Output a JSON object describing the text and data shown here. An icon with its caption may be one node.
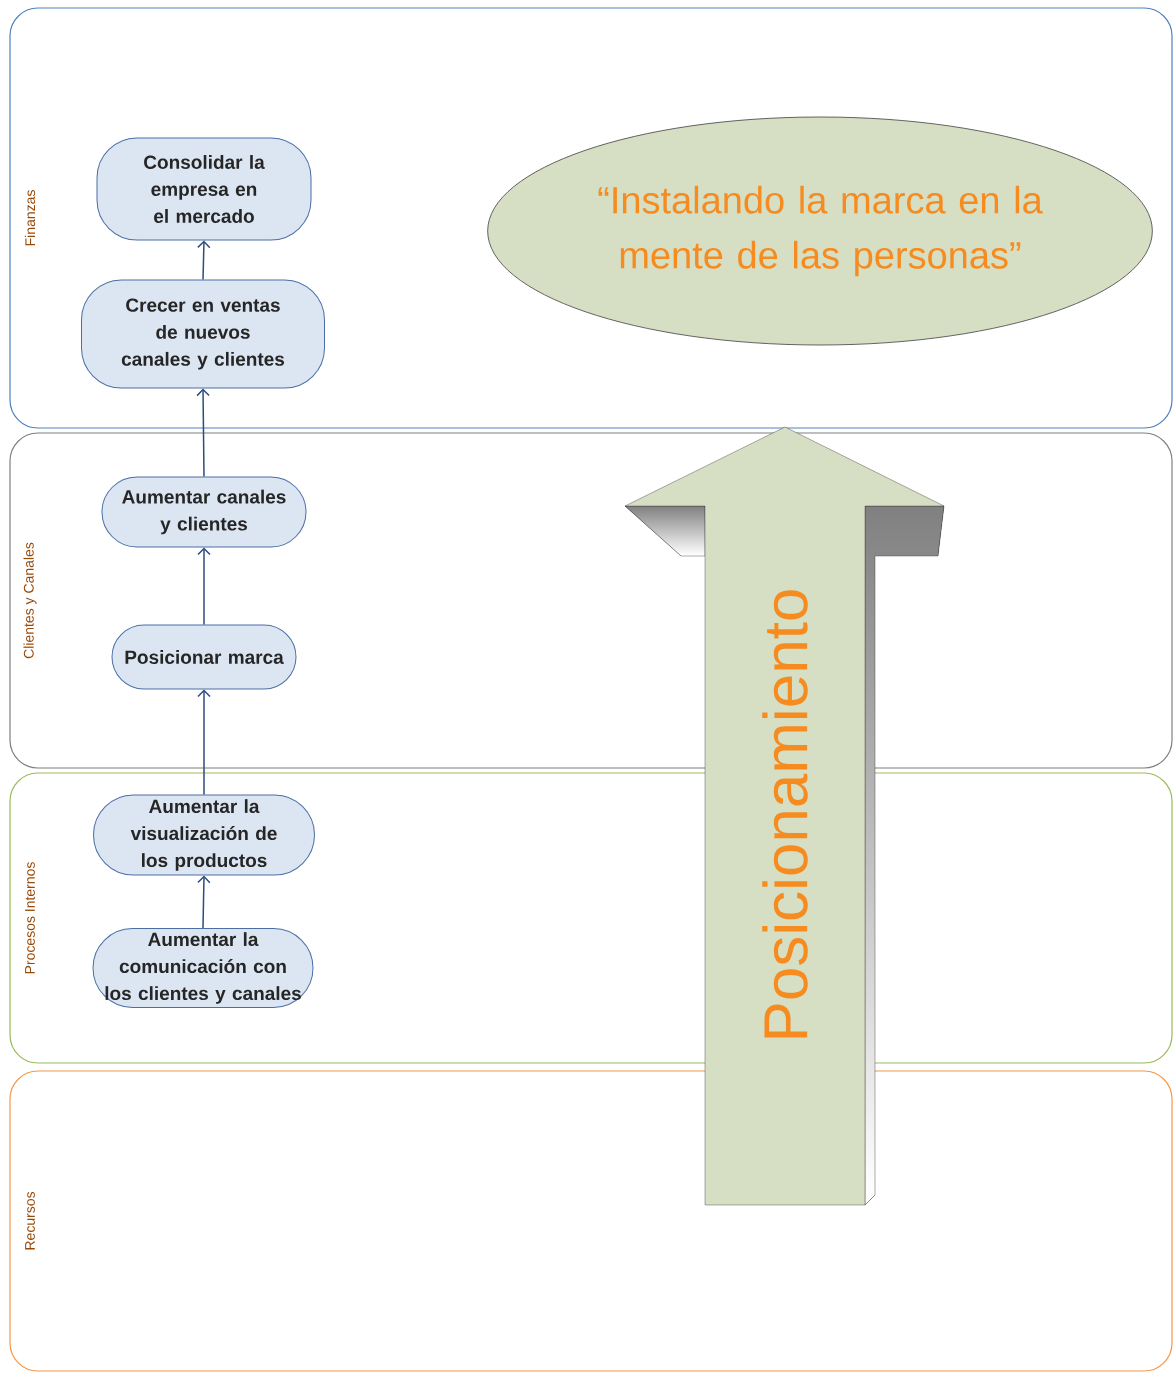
{
  "diagram": {
    "nodes": [
      {
        "text": [
          "Finanzas"
        ]
      },
      {
        "text": [
          "Consolidar la empresa en el mercado"
        ],
        "in": 0
      },
      {
        "text": [
          "Crecer en ventas de nuevos canales y clientes"
        ],
        "in": 0
      },
      {
        "text": [
          "“Instalando la marca en la mente de las personas”"
        ],
        "in": 0
      },
      {
        "text": [
          "Clientes y Canales"
        ]
      },
      {
        "text": [
          "Aumentar canales y clientes"
        ],
        "in": 4
      },
      {
        "text": [
          "Posicionar marca"
        ],
        "in": 4
      },
      {
        "text": [
          "Procesos Internos"
        ]
      },
      {
        "text": [
          "Aumentar la visualización de los productos"
        ],
        "in": 7
      },
      {
        "text": [
          "Aumentar la comunicación con los clientes y canales"
        ],
        "in": 7
      },
      {
        "text": [
          "Recursos"
        ]
      },
      {
        "text": [
          "Posicionamiento"
        ]
      }
    ],
    "edges": [
      {
        "from": 2,
        "to": 1,
        "arrow": "to"
      },
      {
        "from": 5,
        "to": 2,
        "arrow": "to"
      },
      {
        "from": 6,
        "to": 5,
        "arrow": "to"
      },
      {
        "from": 8,
        "to": 6,
        "arrow": "to"
      },
      {
        "from": 9,
        "to": 8,
        "arrow": "to"
      }
    ]
  }
}
